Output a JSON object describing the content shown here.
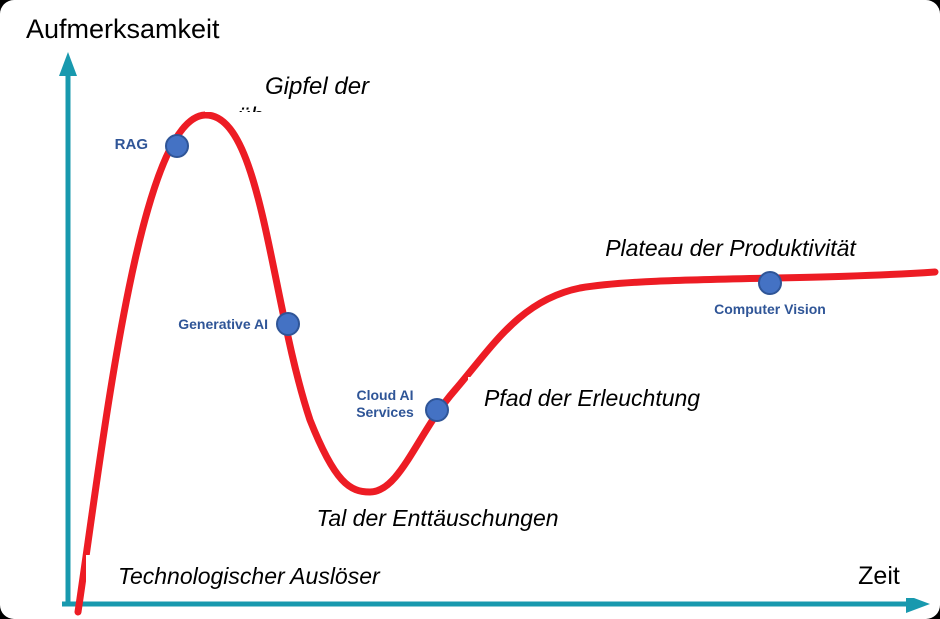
{
  "diagram": {
    "type": "hype-cycle",
    "colors": {
      "curve": "#ed1c24",
      "axis": "#1899ae",
      "dot_fill": "#4472c4",
      "dot_border": "#2f5597",
      "tech_label": "#2f5597",
      "background": "#ffffff",
      "frame": "#000000"
    },
    "axes": {
      "y_label": "Aufmerksamkeit",
      "x_label": "Zeit"
    },
    "phases": {
      "peak_line1": "Gipfel der",
      "peak_line2": "üb",
      "trough": "Tal der Enttäuschungen",
      "slope": "Pfad der Erleuchtung",
      "plateau": "Plateau der Produktivität",
      "trigger": "Technologischer Auslöser"
    },
    "technologies": [
      {
        "label": "RAG",
        "position": "rising-toward-peak"
      },
      {
        "label": "Generative AI",
        "position": "descending-from-peak"
      },
      {
        "label": "Cloud AI Services",
        "position": "climbing-out-of-trough"
      },
      {
        "label": "Computer Vision",
        "position": "plateau"
      }
    ]
  }
}
